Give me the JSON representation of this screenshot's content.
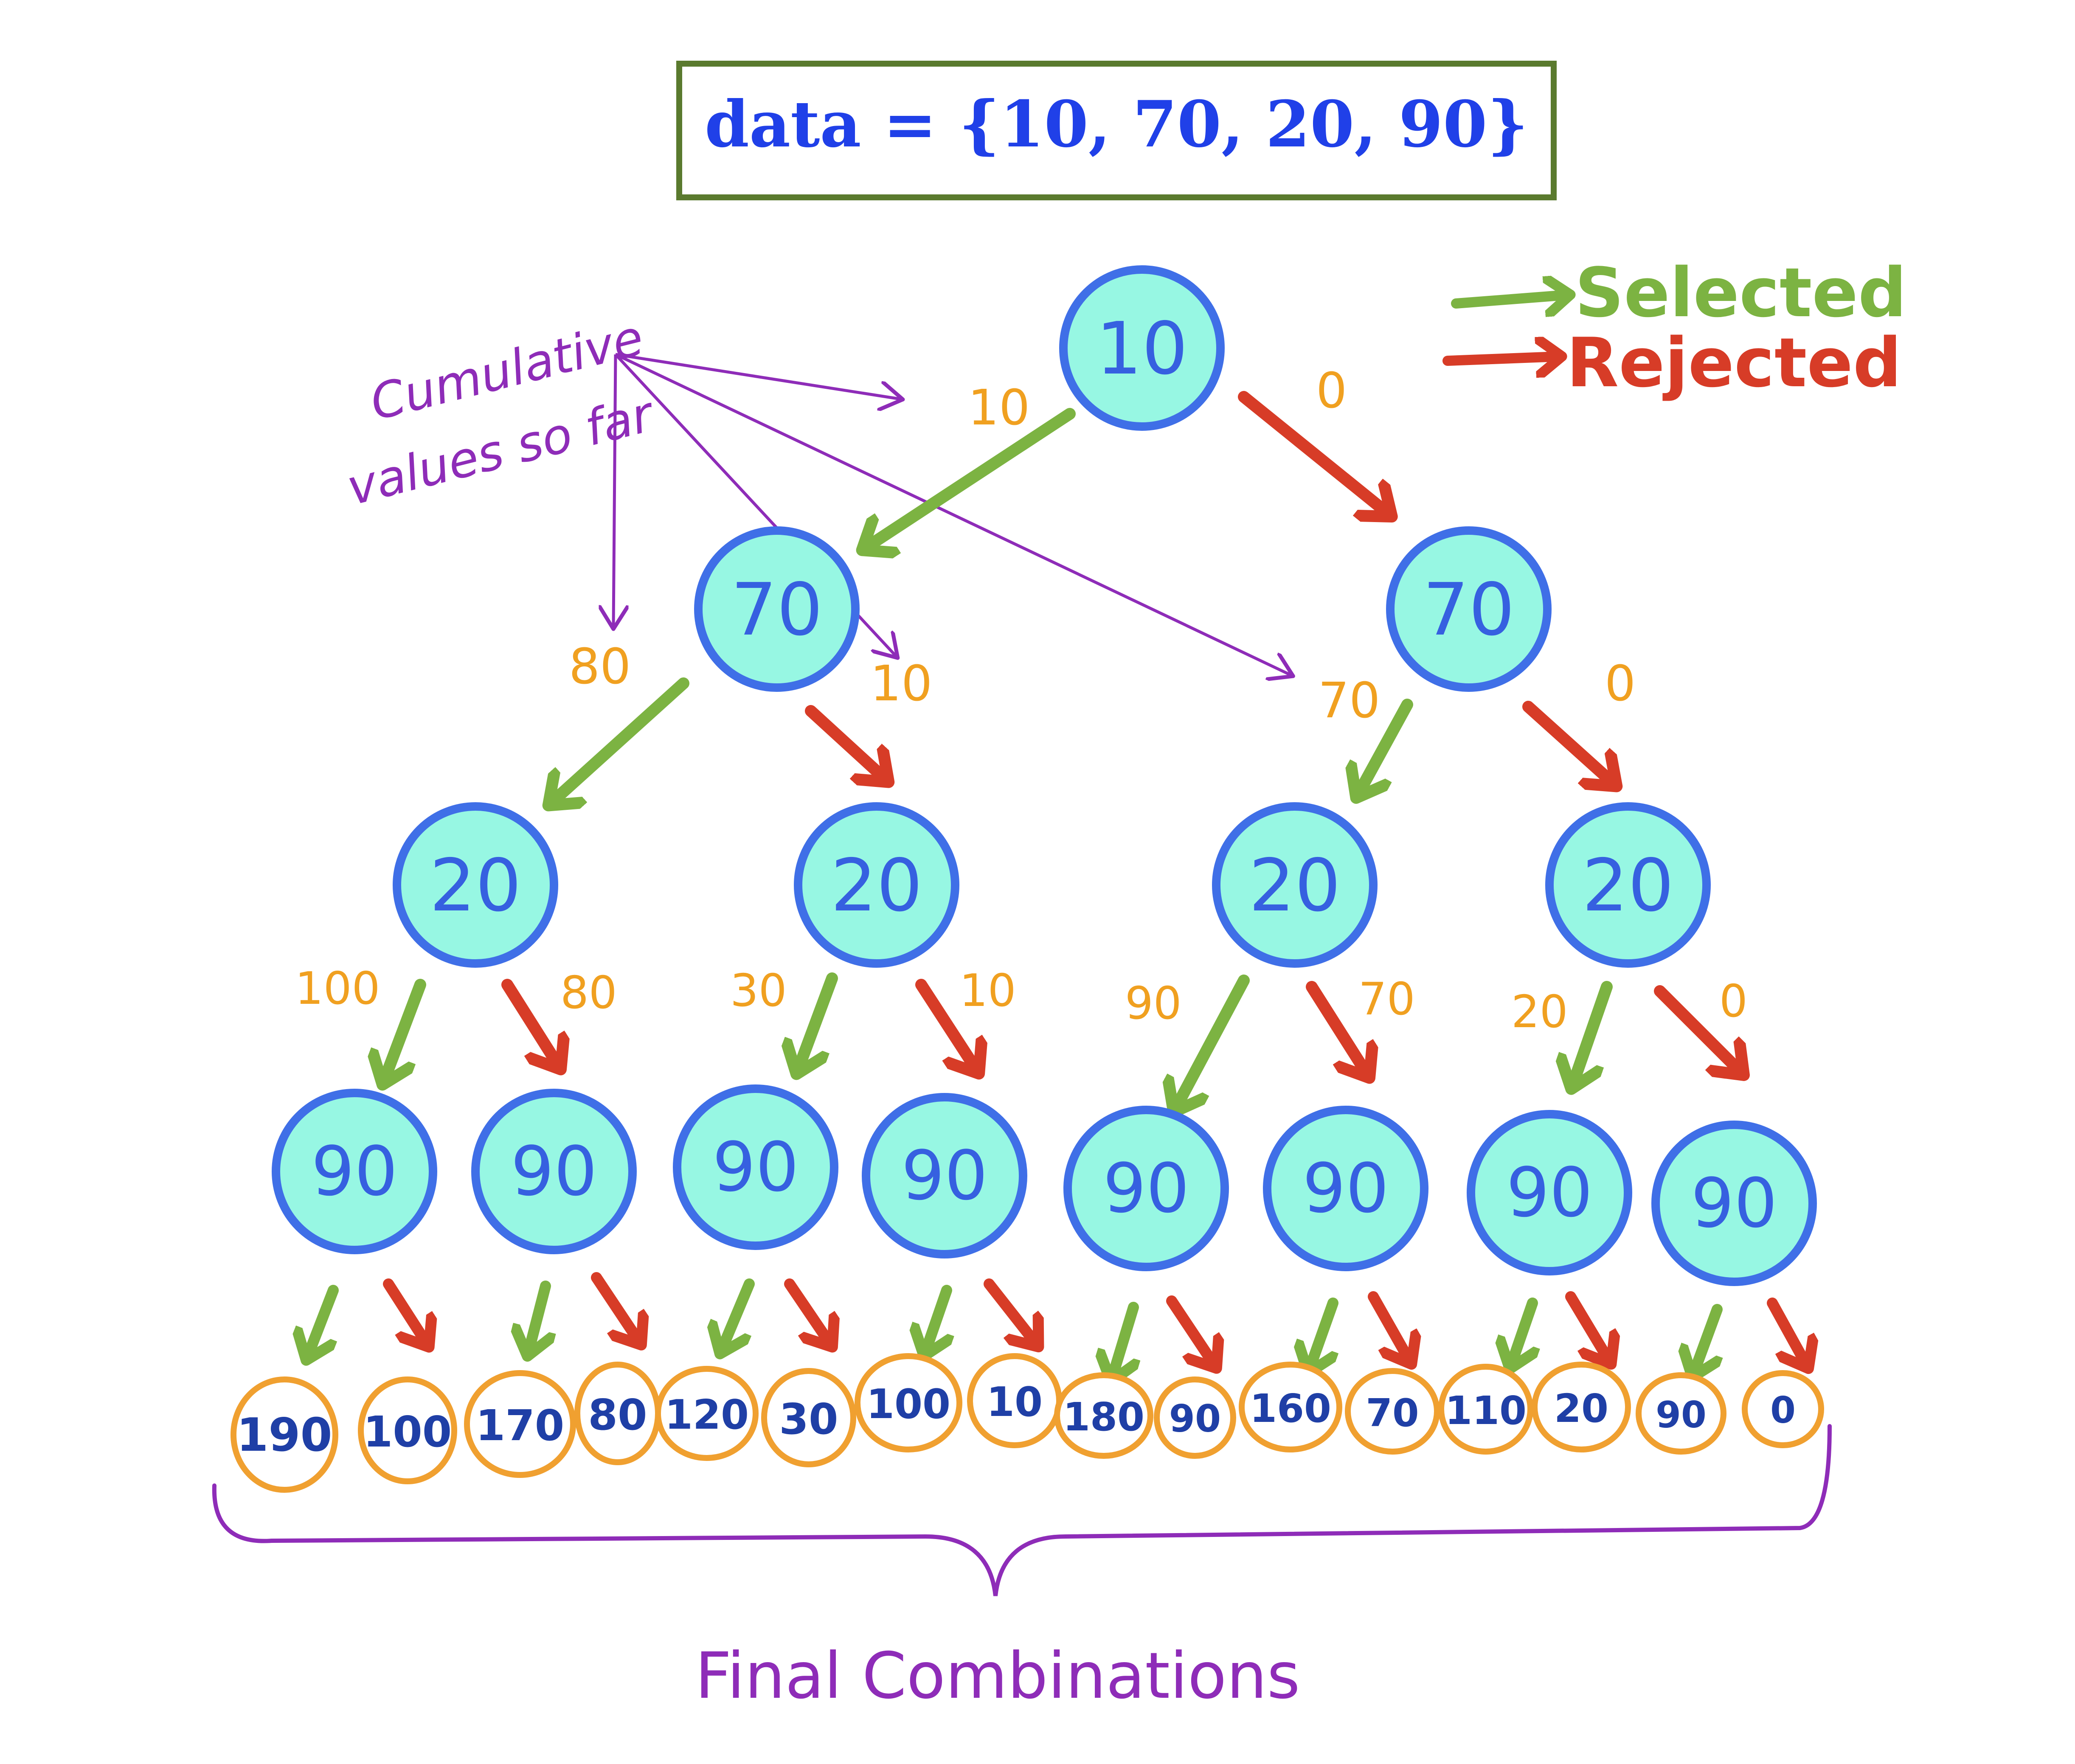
{
  "title": "data = {10, 70, 20, 90}",
  "legend": {
    "selected": "Selected",
    "rejected": "Rejected"
  },
  "annotation": {
    "line1": "Cumulative",
    "line2": "values so far"
  },
  "footer": "Final Combinations",
  "colors": {
    "selected": "#7cb342",
    "rejected": "#d73c27",
    "node_fill": "#97f7e3",
    "node_stroke": "#3f6fe7",
    "node_text": "#3660e0",
    "cumulative": "#f0a020",
    "leaf_stroke": "#f0a030",
    "leaf_text": "#1f3fa6",
    "annotation": "#8e2cb8",
    "title_border": "#5a7a2e",
    "title_text": "#2040e8"
  },
  "tree": {
    "root": "10",
    "level2": [
      "70",
      "70"
    ],
    "level3": [
      "20",
      "20",
      "20",
      "20"
    ],
    "level4": [
      "90",
      "90",
      "90",
      "90",
      "90",
      "90",
      "90",
      "90"
    ]
  },
  "edge_labels": {
    "level1": [
      "10",
      "0"
    ],
    "level2": [
      "80",
      "10",
      "70",
      "0"
    ],
    "level3": [
      "100",
      "80",
      "30",
      "10",
      "90",
      "70",
      "20",
      "0"
    ]
  },
  "final_combinations": [
    "190",
    "100",
    "170",
    "80",
    "120",
    "30",
    "100",
    "10",
    "180",
    "90",
    "160",
    "70",
    "110",
    "20",
    "90",
    "0"
  ]
}
